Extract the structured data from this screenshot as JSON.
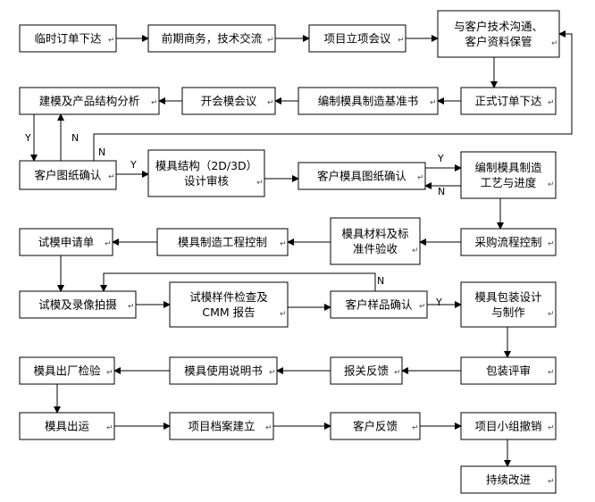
{
  "nodes": {
    "order_temp": {
      "lines": [
        "临时订单下达"
      ]
    },
    "early_biz": {
      "lines": [
        "前期商务，技术交流"
      ]
    },
    "kickoff": {
      "lines": [
        "项目立项会议"
      ]
    },
    "cust_comm": {
      "lines": [
        "与客户技术沟通、",
        "客户资料保管"
      ]
    },
    "model_analysis": {
      "lines": [
        "建模及产品结构分析"
      ]
    },
    "model_meeting": {
      "lines": [
        "开会模会议"
      ]
    },
    "mold_std": {
      "lines": [
        "编制模具制造基准书"
      ]
    },
    "order_formal": {
      "lines": [
        "正式订单下达"
      ]
    },
    "cust_drawing": {
      "lines": [
        "客户图纸确认"
      ]
    },
    "mold_review": {
      "lines": [
        "模具结构（2D/3D）",
        "设计审核"
      ]
    },
    "cust_mold_dwg": {
      "lines": [
        "客户模具图纸确认"
      ]
    },
    "mold_process": {
      "lines": [
        "编制模具制造",
        "工艺与进度"
      ]
    },
    "trial_req": {
      "lines": [
        "试模申请单"
      ]
    },
    "mold_ctrl": {
      "lines": [
        "模具制造工程控制"
      ]
    },
    "material_chk": {
      "lines": [
        "模具材料及标",
        "准件验收"
      ]
    },
    "purchase": {
      "lines": [
        "采购流程控制"
      ]
    },
    "trial_video": {
      "lines": [
        "试模及录像拍摄"
      ]
    },
    "sample_cmm": {
      "lines": [
        "试模样件检查及",
        "CMM 报告"
      ]
    },
    "cust_sample": {
      "lines": [
        "客户样品确认"
      ]
    },
    "pack_design": {
      "lines": [
        "模具包装设计",
        "与制作"
      ]
    },
    "mold_inspect": {
      "lines": [
        "模具出厂检验"
      ]
    },
    "manual": {
      "lines": [
        "模具使用说明书"
      ]
    },
    "customs": {
      "lines": [
        "报关反馈"
      ]
    },
    "pack_review": {
      "lines": [
        "包装评审"
      ]
    },
    "shipping": {
      "lines": [
        "模具出运"
      ]
    },
    "archive": {
      "lines": [
        "项目档案建立"
      ]
    },
    "cust_feedback": {
      "lines": [
        "客户反馈"
      ]
    },
    "team_close": {
      "lines": [
        "项目小组撤销"
      ]
    },
    "improve": {
      "lines": [
        "持续改进"
      ]
    }
  },
  "edge_labels": {
    "yes": "Y",
    "no": "N"
  },
  "paragraph_mark": "↵"
}
